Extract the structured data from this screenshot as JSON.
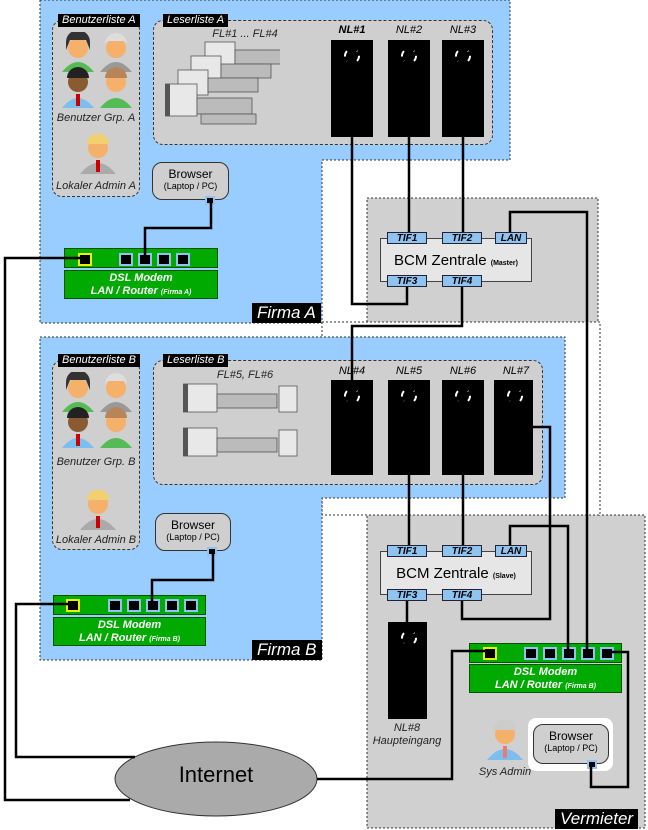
{
  "zones": {
    "firma_a": "Firma A",
    "firma_b": "Firma B",
    "vermieter": "Vermieter"
  },
  "firma_a": {
    "user_list_tag": "Benutzerliste A",
    "user_group": "Benutzer Grp. A",
    "local_admin": "Lokaler Admin A",
    "reader_list_tag": "Leserliste A",
    "locks_label": "FL#1 ... FL#4",
    "readers": [
      "NL#1",
      "NL#2",
      "NL#3"
    ],
    "browser": {
      "title": "Browser",
      "sub": "(Laptop / PC)"
    },
    "modem": {
      "line1": "DSL Modem",
      "line2": "LAN / Router",
      "sub": "(Firma A)"
    }
  },
  "firma_b": {
    "user_list_tag": "Benutzerliste B",
    "user_group": "Benutzer Grp. B",
    "local_admin": "Lokaler Admin B",
    "reader_list_tag": "Leserliste B",
    "locks_label": "FL#5, FL#6",
    "readers": [
      "NL#4",
      "NL#5",
      "NL#6",
      "NL#7"
    ],
    "browser": {
      "title": "Browser",
      "sub": "(Laptop / PC)"
    },
    "modem": {
      "line1": "DSL Modem",
      "line2": "LAN / Router",
      "sub": "(Firma B)"
    }
  },
  "vermieter": {
    "bcm_master": {
      "title": "BCM Zentrale",
      "role": "(Master)",
      "ports": [
        "TIF1",
        "TIF2",
        "LAN",
        "TIF3",
        "TIF4"
      ]
    },
    "bcm_slave": {
      "title": "BCM Zentrale",
      "role": "(Slave)",
      "ports": [
        "TIF1",
        "TIF2",
        "LAN",
        "TIF3",
        "TIF4"
      ]
    },
    "reader_main": {
      "id": "NL#8",
      "name": "Haupteingang"
    },
    "modem": {
      "line1": "DSL Modem",
      "line2": "LAN / Router",
      "sub": "(Firma B)"
    },
    "sys_admin": "Sys Admin",
    "browser": {
      "title": "Browser",
      "sub": "(Laptop / PC)"
    }
  },
  "internet": "Internet",
  "colors": {
    "company_zone": "#99ccff",
    "landlord_zone": "#d0d0d0",
    "modem": "#00aa00",
    "port": "#8fc3f0",
    "wan_port": "#eeee00"
  }
}
